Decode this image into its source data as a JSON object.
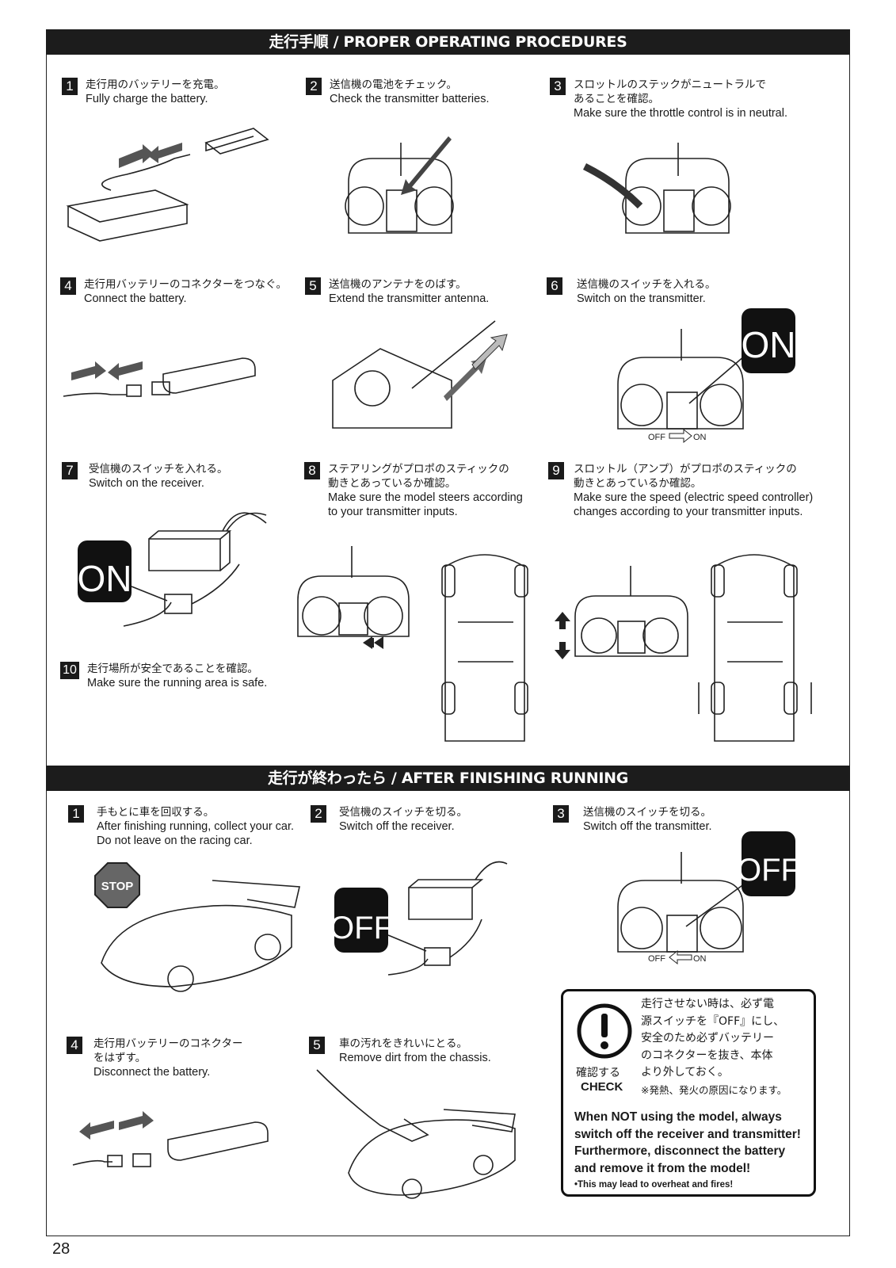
{
  "sections": {
    "procedures_title": "走行手順 / PROPER OPERATING PROCEDURES",
    "after_title": "走行が終わったら / AFTER FINISHING RUNNING"
  },
  "procedures": [
    {
      "num": "1",
      "jp": "走行用のバッテリーを充電。",
      "en": [
        "Fully charge the battery."
      ]
    },
    {
      "num": "2",
      "jp": "送信機の電池をチェック。",
      "en": [
        "Check the transmitter batteries."
      ]
    },
    {
      "num": "3",
      "jp": "スロットルのステックがニュートラルで",
      "jp2": "あることを確認。",
      "en": [
        "Make sure the throttle control is in neutral."
      ]
    },
    {
      "num": "4",
      "jp": "走行用バッテリーのコネクターをつなぐ。",
      "en": [
        "Connect the battery."
      ]
    },
    {
      "num": "5",
      "jp": "送信機のアンテナをのばす。",
      "en": [
        "Extend the transmitter antenna."
      ]
    },
    {
      "num": "6",
      "jp": "送信機のスイッチを入れる。",
      "en": [
        "Switch on the transmitter."
      ]
    },
    {
      "num": "7",
      "jp": "受信機のスイッチを入れる。",
      "en": [
        "Switch on the receiver."
      ]
    },
    {
      "num": "8",
      "jp": "ステアリングがプロポのスティックの",
      "jp2": "動きとあっているか確認。",
      "en": [
        "Make sure the model steers according",
        "to your transmitter inputs."
      ]
    },
    {
      "num": "9",
      "jp": "スロットル（アンプ）がプロポのスティックの",
      "jp2": "動きとあっているか確認。",
      "en": [
        "Make sure the speed (electric speed controller)",
        "changes according to your transmitter inputs."
      ]
    },
    {
      "num": "10",
      "jp": "走行場所が安全であることを確認。",
      "en": [
        "Make sure the running area is safe."
      ]
    }
  ],
  "after": [
    {
      "num": "1",
      "jp": "手もとに車を回収する。",
      "en": [
        "After finishing running, collect your car.",
        "Do not leave on the racing car."
      ]
    },
    {
      "num": "2",
      "jp": "受信機のスイッチを切る。",
      "en": [
        "Switch off the receiver."
      ]
    },
    {
      "num": "3",
      "jp": "送信機のスイッチを切る。",
      "en": [
        "Switch off the transmitter."
      ]
    },
    {
      "num": "4",
      "jp": "走行用バッテリーのコネクター",
      "jp2": "をはずす。",
      "en": [
        "Disconnect the battery."
      ]
    },
    {
      "num": "5",
      "jp": "車の汚れをきれいにとる。",
      "en": [
        "Remove dirt from the chassis."
      ]
    }
  ],
  "labels": {
    "on": "ON",
    "off": "OFF",
    "stop": "STOP",
    "switch_off": "OFF",
    "switch_on": "ON"
  },
  "check_box": {
    "icon_jp": "確認する",
    "icon_en": "CHECK",
    "jp_lines": [
      "走行させない時は、必ず電",
      "源スイッチを『OFF』にし、",
      "安全のため必ずバッテリー",
      "のコネクターを抜き、本体",
      "より外しておく。"
    ],
    "jp_note": "※発熱、発火の原因になります。",
    "en_lines": [
      "When NOT using the model, always",
      "switch off the receiver and transmitter!",
      "Furthermore, disconnect the battery",
      "and remove it from the model!"
    ],
    "en_note": "•This may lead to overheat and fires!"
  },
  "page_number": "28"
}
